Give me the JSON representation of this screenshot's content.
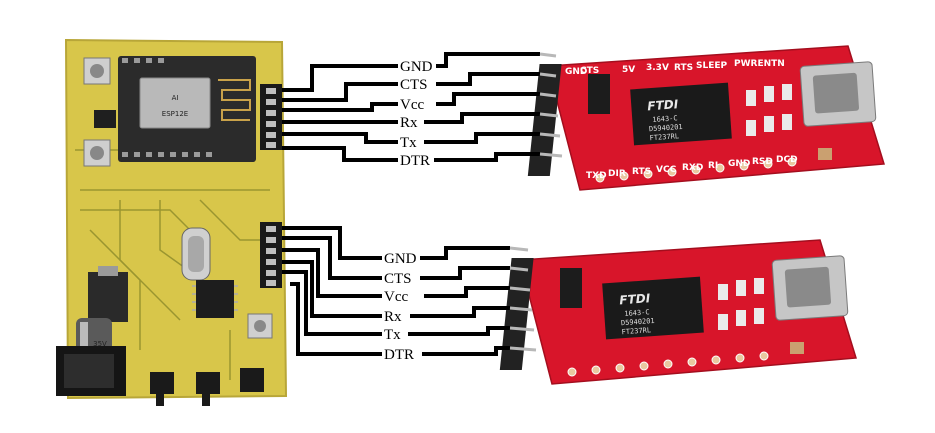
{
  "wires": [
    {
      "label": "GND"
    },
    {
      "label": "CTS"
    },
    {
      "label": "Vcc"
    },
    {
      "label": "Rx"
    },
    {
      "label": "Tx"
    },
    {
      "label": "DTR"
    }
  ],
  "main_board": {
    "wifi_module": {
      "brand": "AI",
      "model": "ESP12E"
    },
    "cap_label": "35V"
  },
  "ftdi_board": {
    "chip_logo": "FTDI",
    "chip_lines": [
      "1643-C",
      "D5940201",
      "FT237RL"
    ],
    "top_silk": [
      "GND",
      "CTS",
      "5V",
      "3.3V",
      "RTS",
      "SLEEP",
      "PWRENTN"
    ],
    "bottom_silk": [
      "TXD",
      "DIR",
      "RTS",
      "VCC",
      "RXD",
      "RI",
      "GND",
      "RSD",
      "DCD"
    ]
  },
  "colors": {
    "pcb_yellow": "#d9c84a",
    "ftdi_red": "#d8152a",
    "wire": "#000000"
  }
}
